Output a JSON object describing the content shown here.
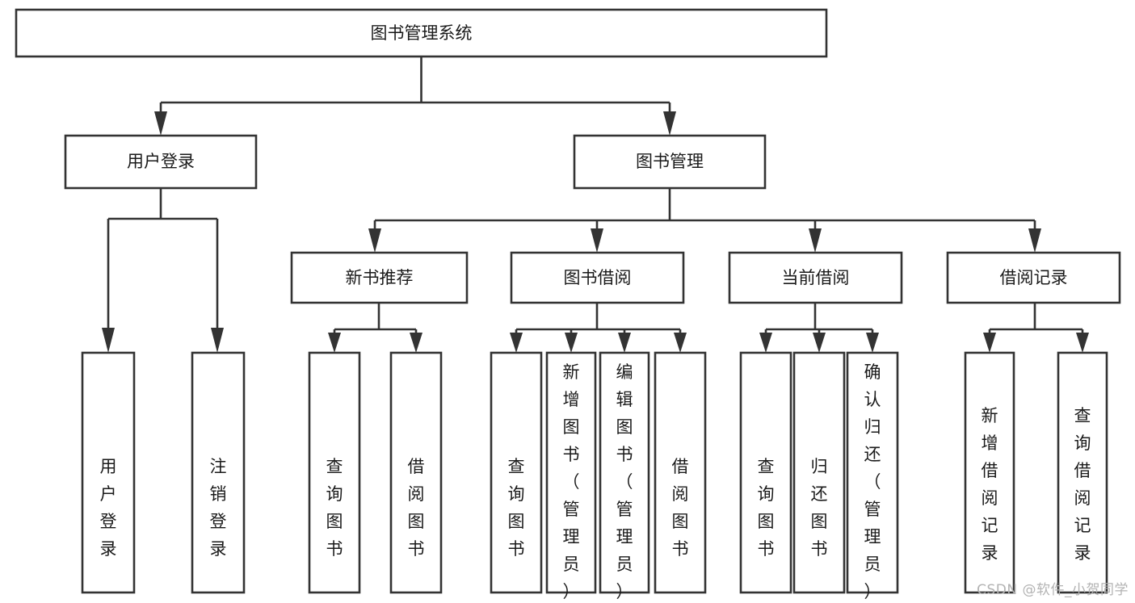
{
  "diagram": {
    "title": "图书管理系统",
    "type": "tree-hierarchy",
    "watermark": "CSDN @软件_小贺同学",
    "colors": {
      "stroke": "#333333",
      "fill": "#ffffff",
      "text": "#1a1a1a",
      "watermark": "#b3b3b3",
      "background": "#ffffff"
    },
    "root": {
      "label": "图书管理系统"
    },
    "level2": [
      {
        "label": "用户登录"
      },
      {
        "label": "图书管理"
      }
    ],
    "level3": [
      {
        "label": "新书推荐"
      },
      {
        "label": "图书借阅"
      },
      {
        "label": "当前借阅"
      },
      {
        "label": "借阅记录"
      }
    ],
    "leaves": {
      "user_login": [
        {
          "label": "用户登录"
        },
        {
          "label": "注销登录"
        }
      ],
      "new_book_recommend": [
        {
          "label": "查询图书"
        },
        {
          "label": "借阅图书"
        }
      ],
      "book_borrow": [
        {
          "label": "查询图书"
        },
        {
          "label": "新增图书（管理员）"
        },
        {
          "label": "编辑图书（管理员）"
        },
        {
          "label": "借阅图书"
        }
      ],
      "current_borrow": [
        {
          "label": "查询图书"
        },
        {
          "label": "归还图书"
        },
        {
          "label": "确认归还（管理员）"
        }
      ],
      "borrow_record": [
        {
          "label": "新增借阅记录"
        },
        {
          "label": "查询借阅记录"
        }
      ]
    }
  }
}
